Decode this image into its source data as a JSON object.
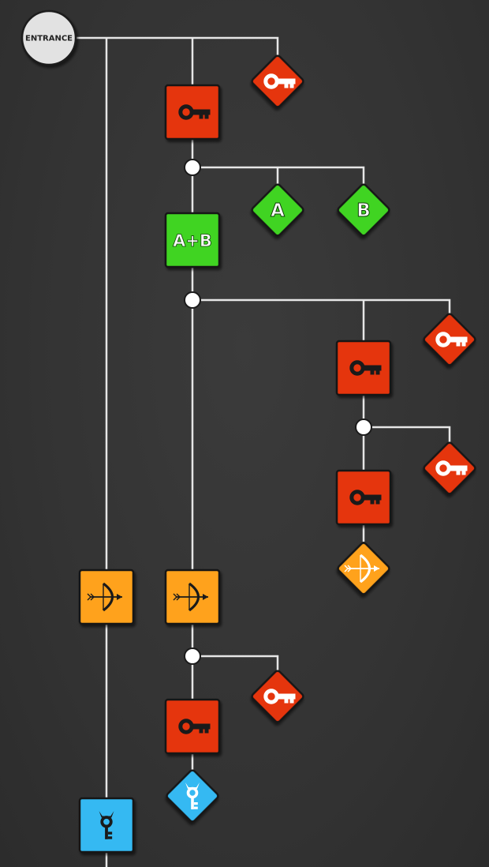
{
  "entrance": {
    "label": "ENTRANCE"
  },
  "labels": {
    "a": "A",
    "b": "B",
    "ab": "A+B"
  },
  "colors": {
    "background": "#333333",
    "line": "#e6e6e6",
    "entrance_fill": "#e2e2e2",
    "key": "#e5340f",
    "switch": "#3fd423",
    "bow": "#ffa21a",
    "boss_key": "#34b9f2"
  },
  "nodes": [
    {
      "id": "key-item-1",
      "kind": "key",
      "shape": "diamond"
    },
    {
      "id": "key-door-1",
      "kind": "key",
      "shape": "square"
    },
    {
      "id": "switch-a",
      "kind": "switch",
      "shape": "diamond",
      "label_key": "a"
    },
    {
      "id": "switch-b",
      "kind": "switch",
      "shape": "diamond",
      "label_key": "b"
    },
    {
      "id": "switch-door-ab",
      "kind": "switch",
      "shape": "square",
      "label_key": "ab"
    },
    {
      "id": "key-item-2",
      "kind": "key",
      "shape": "diamond"
    },
    {
      "id": "key-door-2",
      "kind": "key",
      "shape": "square"
    },
    {
      "id": "key-item-3",
      "kind": "key",
      "shape": "diamond"
    },
    {
      "id": "key-door-3",
      "kind": "key",
      "shape": "square"
    },
    {
      "id": "bow-item",
      "kind": "bow",
      "shape": "diamond"
    },
    {
      "id": "bow-door-1",
      "kind": "bow",
      "shape": "square"
    },
    {
      "id": "bow-door-2",
      "kind": "bow",
      "shape": "square"
    },
    {
      "id": "key-item-4",
      "kind": "key",
      "shape": "diamond"
    },
    {
      "id": "key-door-4",
      "kind": "key",
      "shape": "square"
    },
    {
      "id": "boss-key-item",
      "kind": "boss_key",
      "shape": "diamond"
    },
    {
      "id": "boss-door",
      "kind": "boss_key",
      "shape": "square"
    }
  ]
}
